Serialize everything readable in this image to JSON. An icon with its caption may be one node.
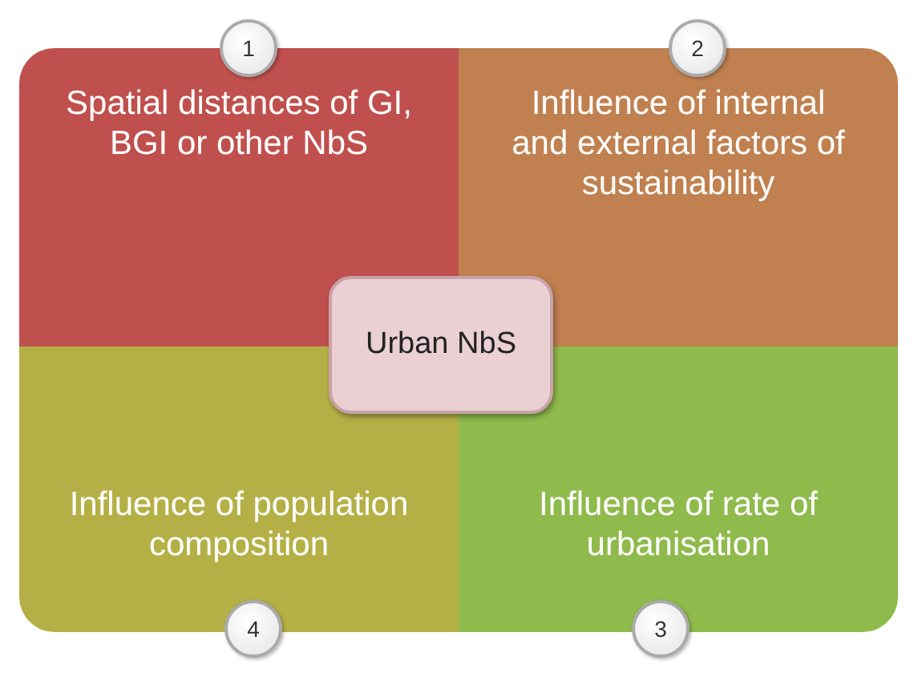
{
  "diagram": {
    "nodes": [
      {
        "text": [
          "1"
        ]
      },
      {
        "text": [
          "2"
        ]
      },
      {
        "text": [
          "Spatial distances of GI, BGI or other NbS"
        ]
      },
      {
        "text": [
          "Influence of internal and external factors of sustainability"
        ]
      },
      {
        "text": [
          "Urban NbS"
        ]
      },
      {
        "text": [
          "Influence of population composition"
        ]
      },
      {
        "text": [
          "Influence of rate of urbanisation"
        ]
      },
      {
        "text": [
          "4"
        ]
      },
      {
        "text": [
          "3"
        ]
      }
    ],
    "edges": []
  }
}
